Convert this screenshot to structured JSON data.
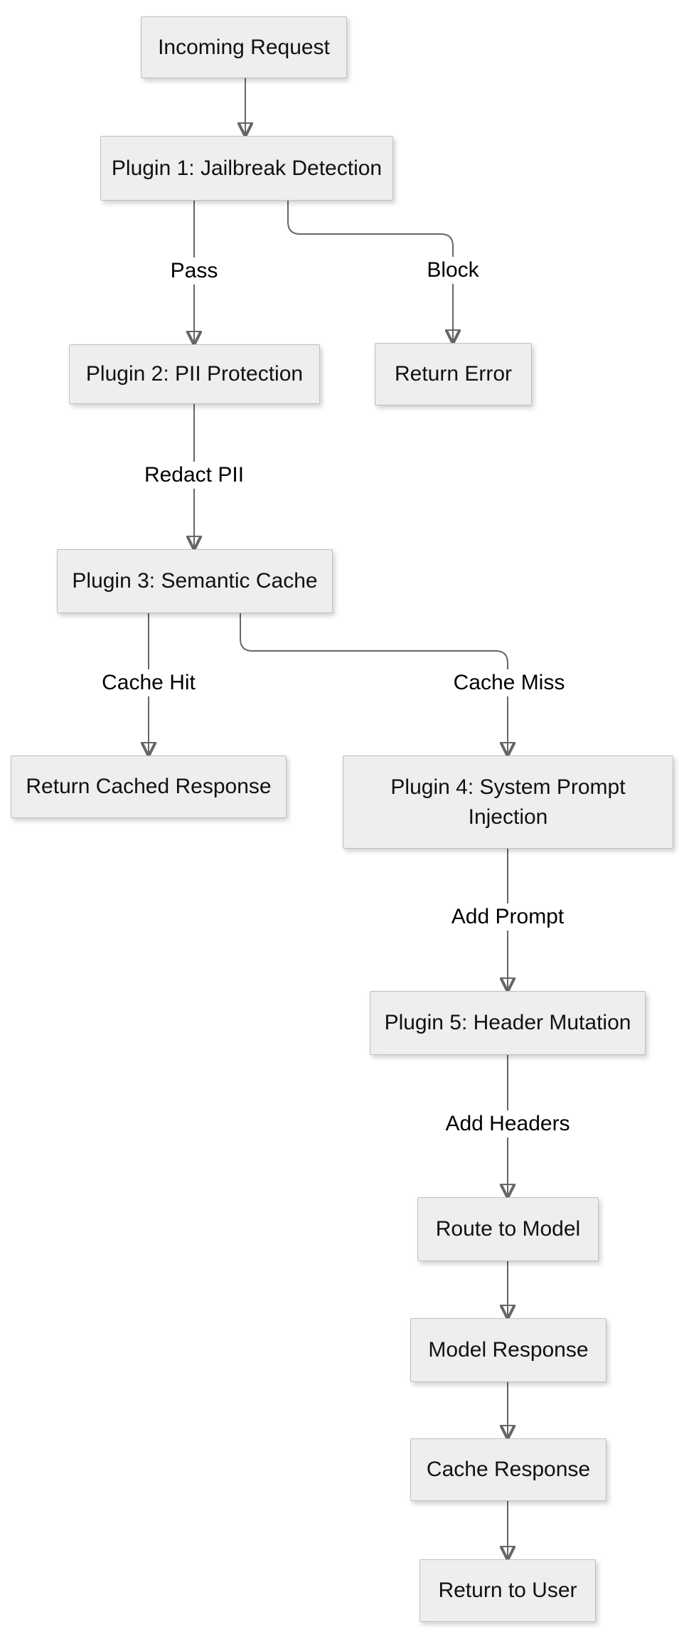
{
  "diagram": {
    "type": "flowchart",
    "direction": "top-down",
    "colors": {
      "background": "#ffffff",
      "node_fill": "#eeeeee",
      "node_border": "#c0c0c0",
      "node_text": "#111111",
      "edge_line": "#666666",
      "arrowhead": "#666666",
      "edge_label_text": "#000000"
    },
    "nodes": [
      {
        "id": "incoming_request",
        "label": "Incoming Request"
      },
      {
        "id": "plugin1_jailbreak_detection",
        "label": "Plugin 1: Jailbreak Detection"
      },
      {
        "id": "plugin2_pii_protection",
        "label": "Plugin 2: PII Protection"
      },
      {
        "id": "return_error",
        "label": "Return Error"
      },
      {
        "id": "plugin3_semantic_cache",
        "label": "Plugin 3: Semantic Cache"
      },
      {
        "id": "return_cached_response",
        "label": "Return Cached Response"
      },
      {
        "id": "plugin4_system_prompt_injection",
        "label": "Plugin 4: System Prompt Injection"
      },
      {
        "id": "plugin5_header_mutation",
        "label": "Plugin 5: Header Mutation"
      },
      {
        "id": "route_to_model",
        "label": "Route to Model"
      },
      {
        "id": "model_response",
        "label": "Model Response"
      },
      {
        "id": "cache_response",
        "label": "Cache Response"
      },
      {
        "id": "return_to_user",
        "label": "Return to User"
      }
    ],
    "edges": [
      {
        "from": "incoming_request",
        "to": "plugin1_jailbreak_detection",
        "label": ""
      },
      {
        "from": "plugin1_jailbreak_detection",
        "to": "plugin2_pii_protection",
        "label": "Pass"
      },
      {
        "from": "plugin1_jailbreak_detection",
        "to": "return_error",
        "label": "Block"
      },
      {
        "from": "plugin2_pii_protection",
        "to": "plugin3_semantic_cache",
        "label": "Redact PII"
      },
      {
        "from": "plugin3_semantic_cache",
        "to": "return_cached_response",
        "label": "Cache Hit"
      },
      {
        "from": "plugin3_semantic_cache",
        "to": "plugin4_system_prompt_injection",
        "label": "Cache Miss"
      },
      {
        "from": "plugin4_system_prompt_injection",
        "to": "plugin5_header_mutation",
        "label": "Add Prompt"
      },
      {
        "from": "plugin5_header_mutation",
        "to": "route_to_model",
        "label": "Add Headers"
      },
      {
        "from": "route_to_model",
        "to": "model_response",
        "label": ""
      },
      {
        "from": "model_response",
        "to": "cache_response",
        "label": ""
      },
      {
        "from": "cache_response",
        "to": "return_to_user",
        "label": ""
      }
    ]
  }
}
